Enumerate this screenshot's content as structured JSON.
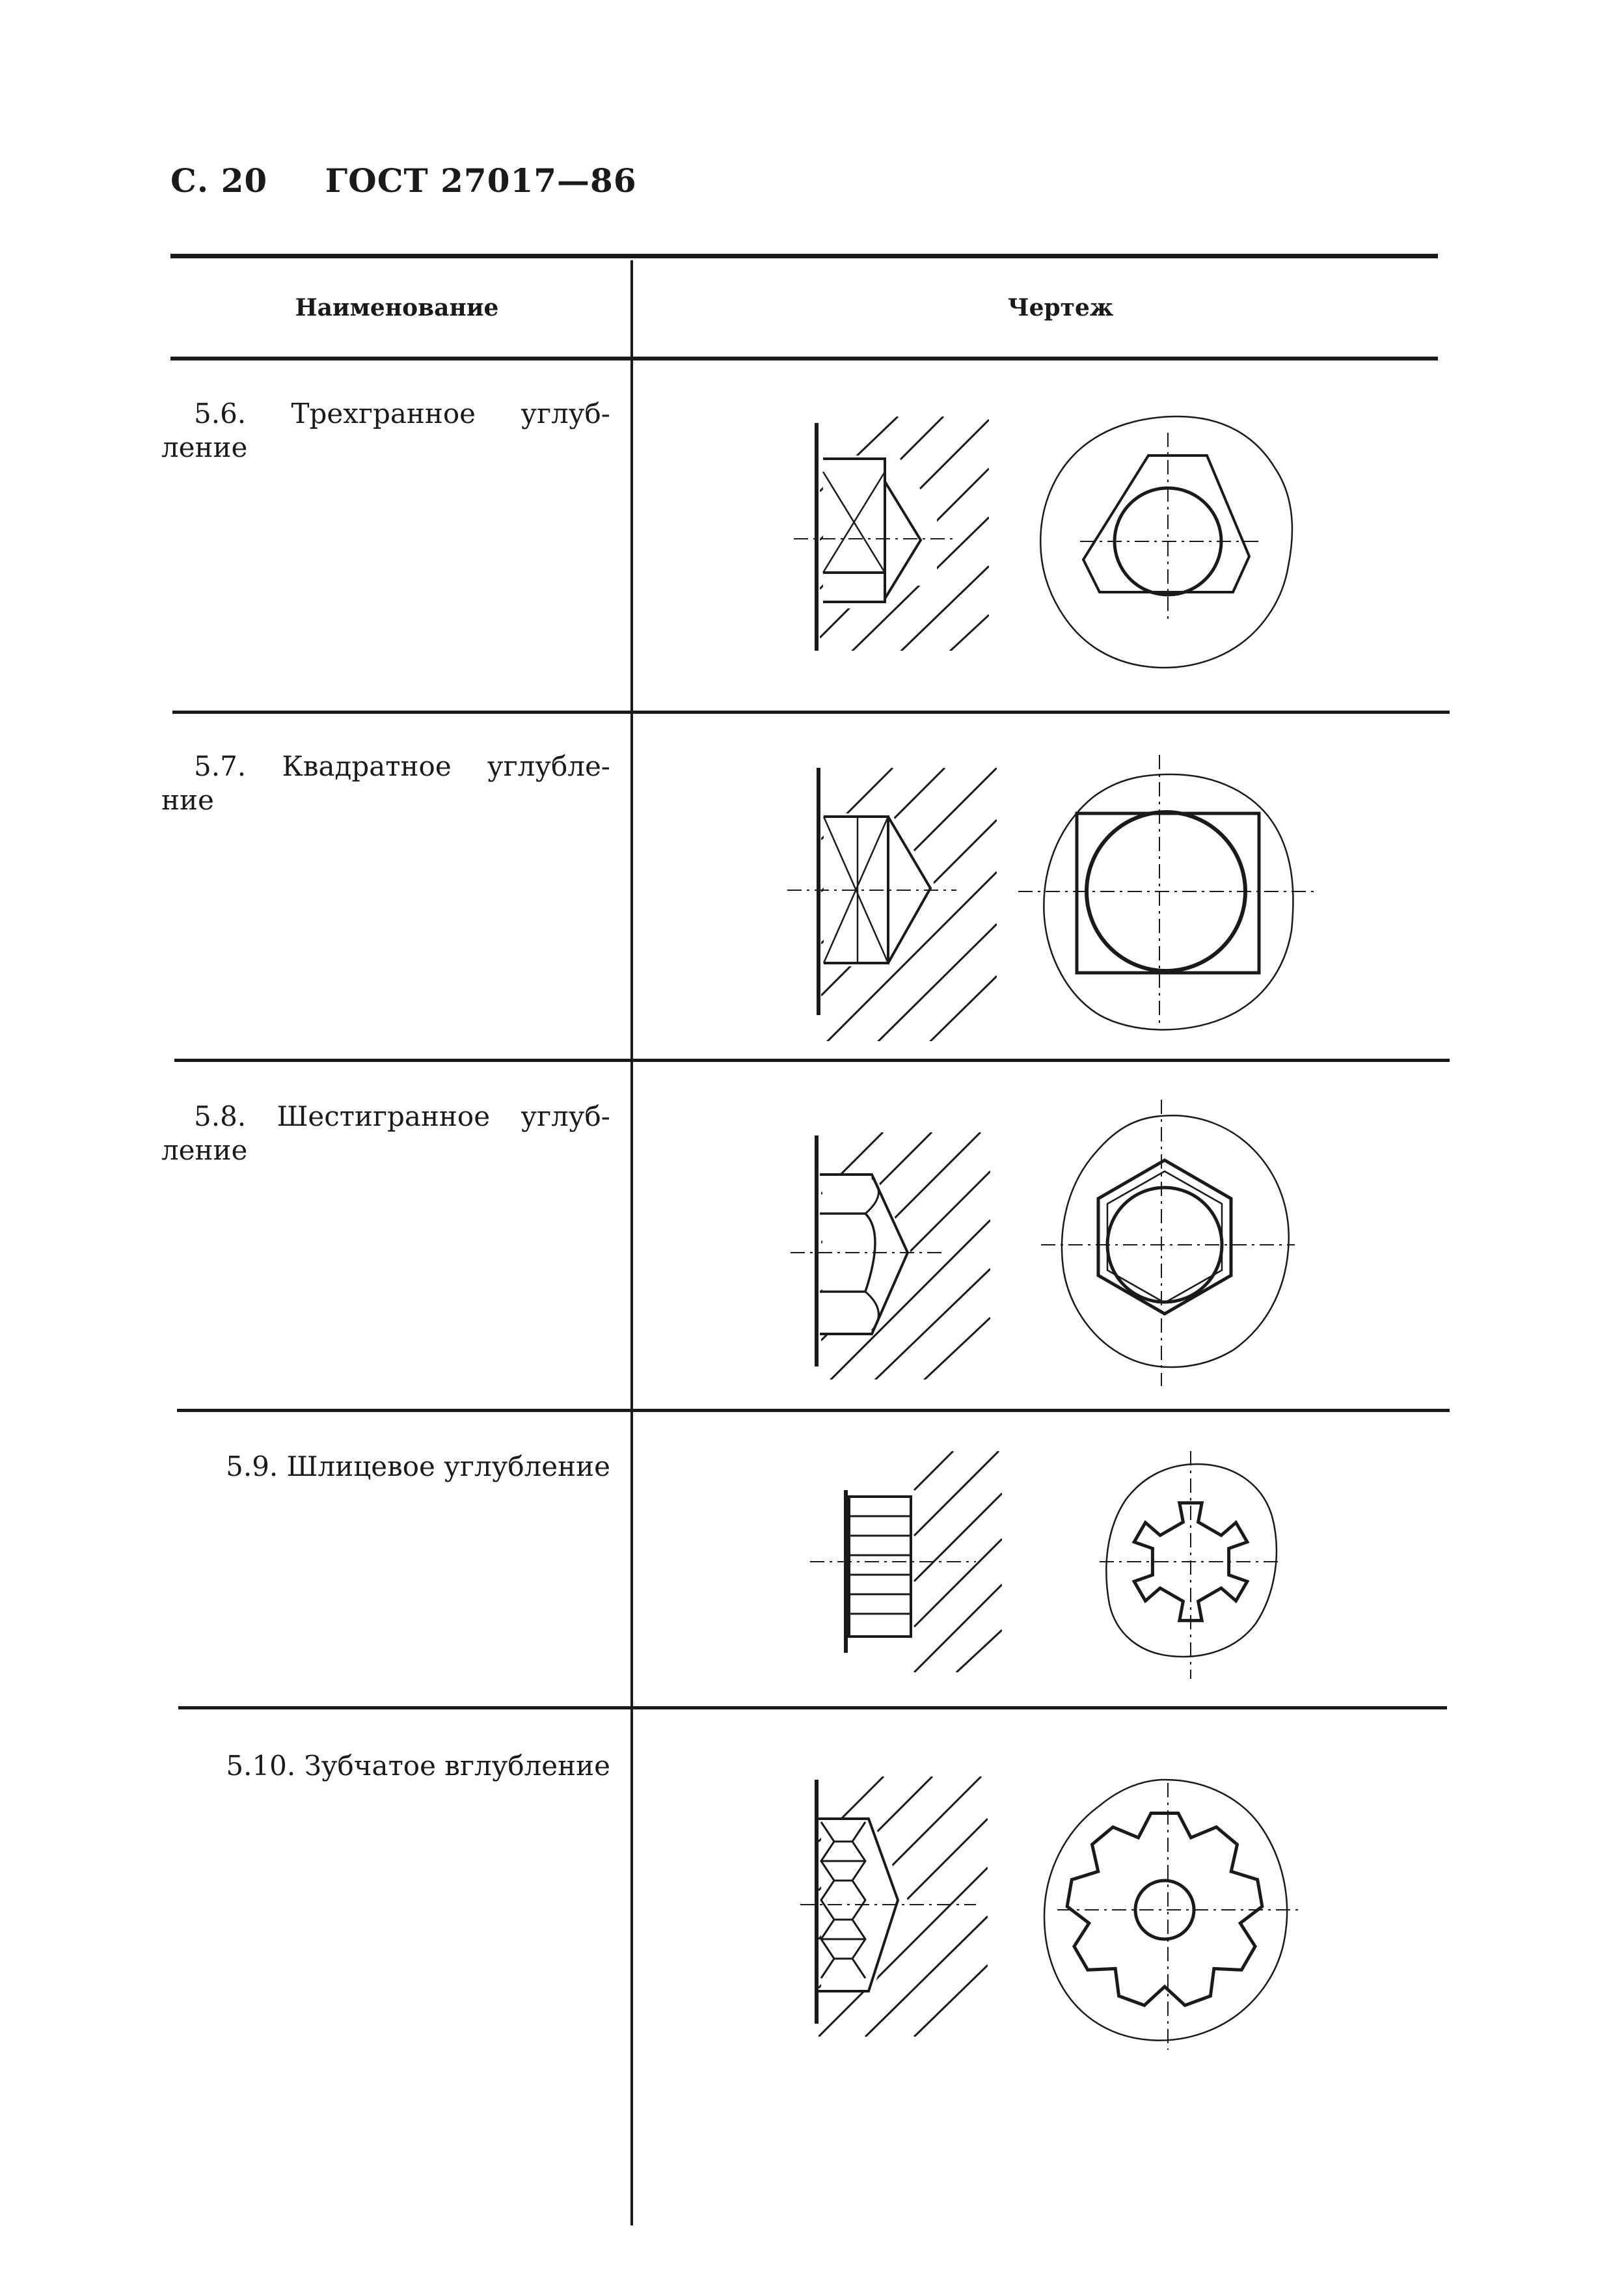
{
  "header": {
    "page": "С. 20",
    "standard": "ГОСТ 27017—86"
  },
  "table": {
    "columns": [
      "Наименование",
      "Чертеж"
    ],
    "rows": [
      {
        "label_line1": "5.6. Трехгранное углуб-",
        "label_line2": "ление",
        "drawing": "triangular-recess"
      },
      {
        "label_line1": "5.7. Квадратное углубле-",
        "label_line2": "ние",
        "drawing": "square-recess"
      },
      {
        "label_line1": "5.8. Шестигранное углуб-",
        "label_line2": "ление",
        "drawing": "hexagonal-recess"
      },
      {
        "label_line1": "5.9. Шлицевое углубление",
        "label_line2": "",
        "drawing": "spline-recess"
      },
      {
        "label_line1": "5.10. Зубчатое вглубление",
        "label_line2": "",
        "drawing": "serrated-recess"
      }
    ]
  }
}
